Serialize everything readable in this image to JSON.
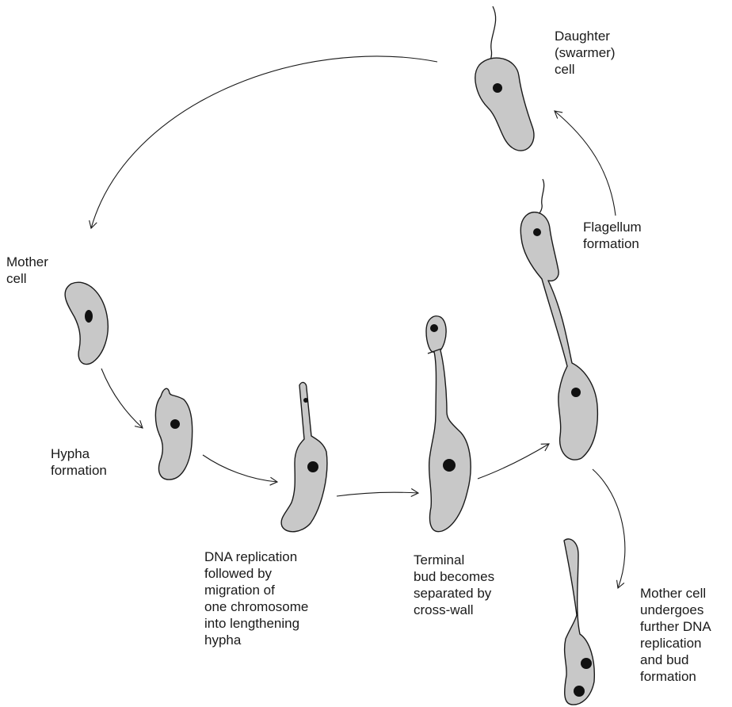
{
  "labels": {
    "daughter_cell": [
      "Daughter",
      "(swarmer)",
      "cell"
    ],
    "flagellum_formation": [
      "Flagellum",
      "formation"
    ],
    "mother_cell": [
      "Mother",
      "cell"
    ],
    "hypha_formation": [
      "Hypha",
      "formation"
    ],
    "dna_replication": [
      "DNA replication",
      "followed by",
      "migration of",
      "one chromosome",
      "into lengthening",
      "hypha"
    ],
    "terminal_bud": [
      "Terminal",
      "bud becomes",
      "separated by",
      "cross-wall"
    ],
    "mother_further": [
      "Mother cell",
      "undergoes",
      "further DNA",
      "replication",
      "and bud",
      "formation"
    ]
  },
  "colors": {
    "cytoplasm": "#c8c8c8",
    "outline": "#1a1a1a",
    "nucleus": "#111111"
  }
}
